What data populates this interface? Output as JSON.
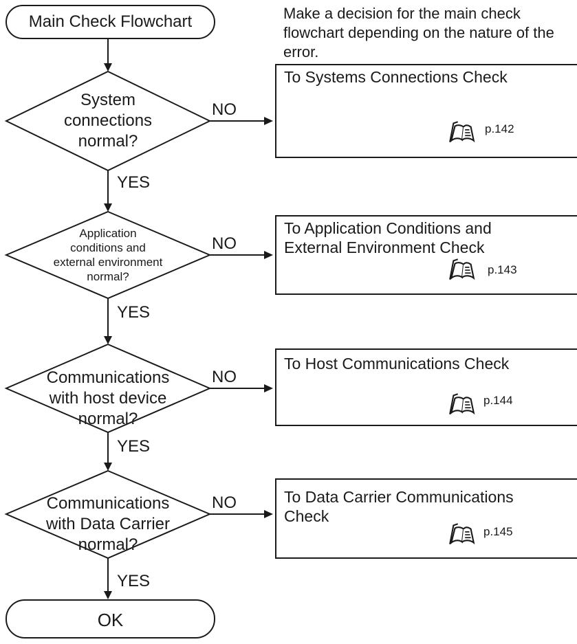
{
  "start": {
    "label": "Main Check Flowchart"
  },
  "end": {
    "label": "OK"
  },
  "note": "Make a decision for the main check flowchart depending on the nature of the error.",
  "branch_labels": {
    "yes": "YES",
    "no": "NO"
  },
  "decisions": [
    {
      "lines": [
        "System",
        "connections",
        "normal?"
      ]
    },
    {
      "lines": [
        "Application",
        "conditions and",
        "external environment",
        "normal?"
      ]
    },
    {
      "lines": [
        "Communications",
        "with host device",
        "normal?"
      ]
    },
    {
      "lines": [
        "Communications",
        "with Data Carrier",
        "normal?"
      ]
    }
  ],
  "checks": [
    {
      "lines": [
        "To Systems Connections Check"
      ],
      "page": "p.142",
      "icon": "manual-book-icon"
    },
    {
      "lines": [
        "To Application Conditions and",
        "External Environment Check"
      ],
      "page": "p.143",
      "icon": "manual-book-icon"
    },
    {
      "lines": [
        "To Host Communications Check"
      ],
      "page": "p.144",
      "icon": "manual-book-icon"
    },
    {
      "lines": [
        "To Data Carrier Communications",
        "Check"
      ],
      "page": "p.145",
      "icon": "manual-book-icon"
    }
  ]
}
